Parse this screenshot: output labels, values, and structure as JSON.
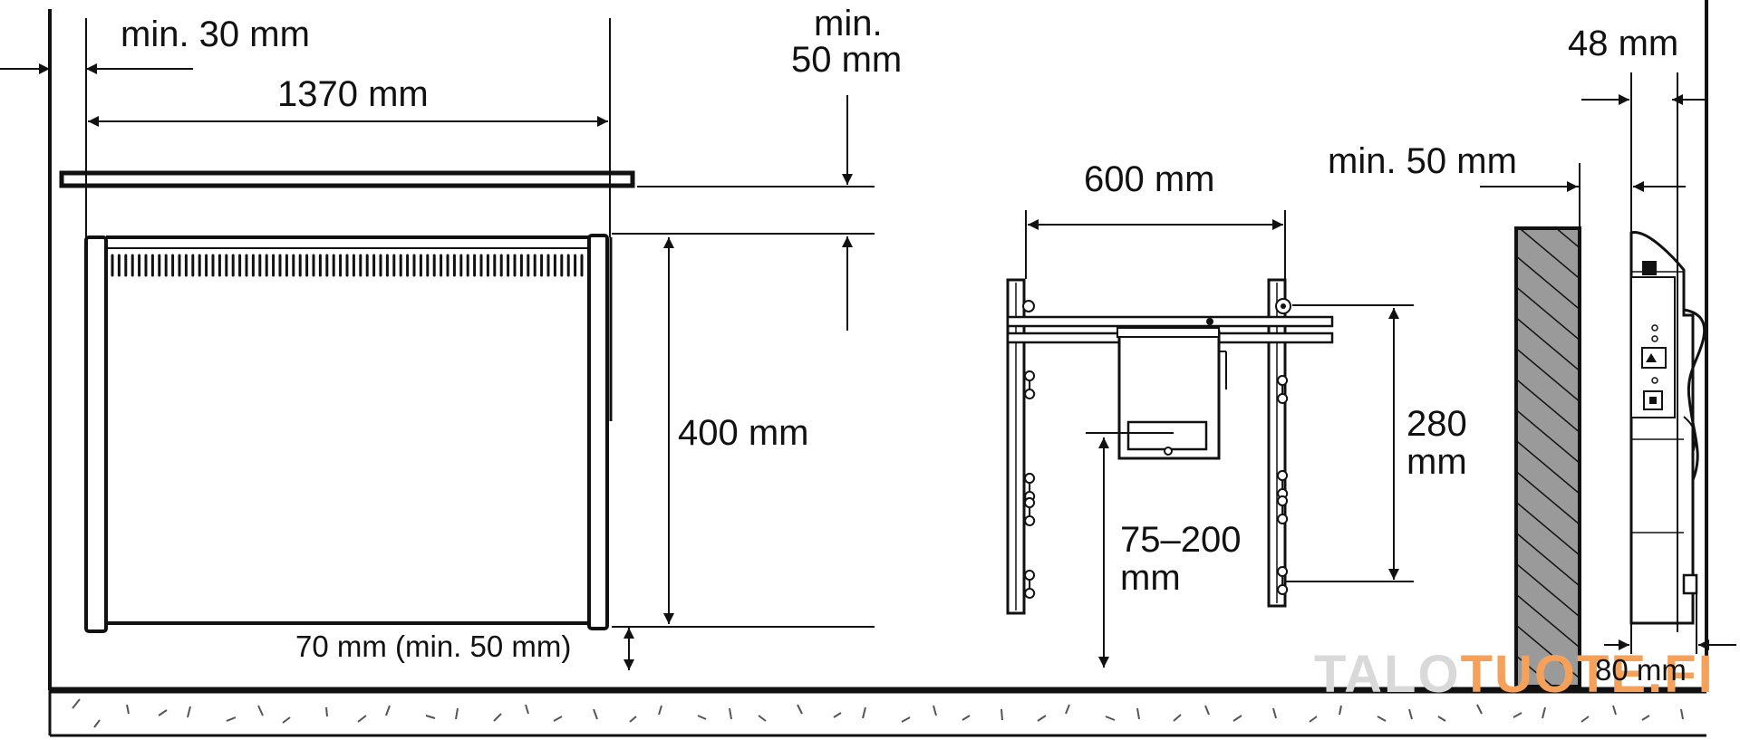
{
  "dimensions": {
    "min_side_clearance": "min. 30 mm",
    "panel_width": "1370 mm",
    "min_top_clearance_line1": "min.",
    "min_top_clearance_line2": "50 mm",
    "wall_depth": "48 mm",
    "bracket_spacing": "600 mm",
    "min_wall_gap": "min. 50 mm",
    "panel_height": "400 mm",
    "hole_spacing_line1": "280",
    "hole_spacing_line2": "mm",
    "mount_height_line1": "75–200",
    "mount_height_line2": "mm",
    "floor_clearance": "70 mm (min. 50 mm)",
    "panel_depth": "80 mm"
  },
  "watermark": {
    "part1": "TALO",
    "part2": "TUOTE.FI"
  },
  "colors": {
    "line": "#111111",
    "wall_hatch": "#9a9a9a",
    "watermark_accent": "#f6a15a"
  }
}
